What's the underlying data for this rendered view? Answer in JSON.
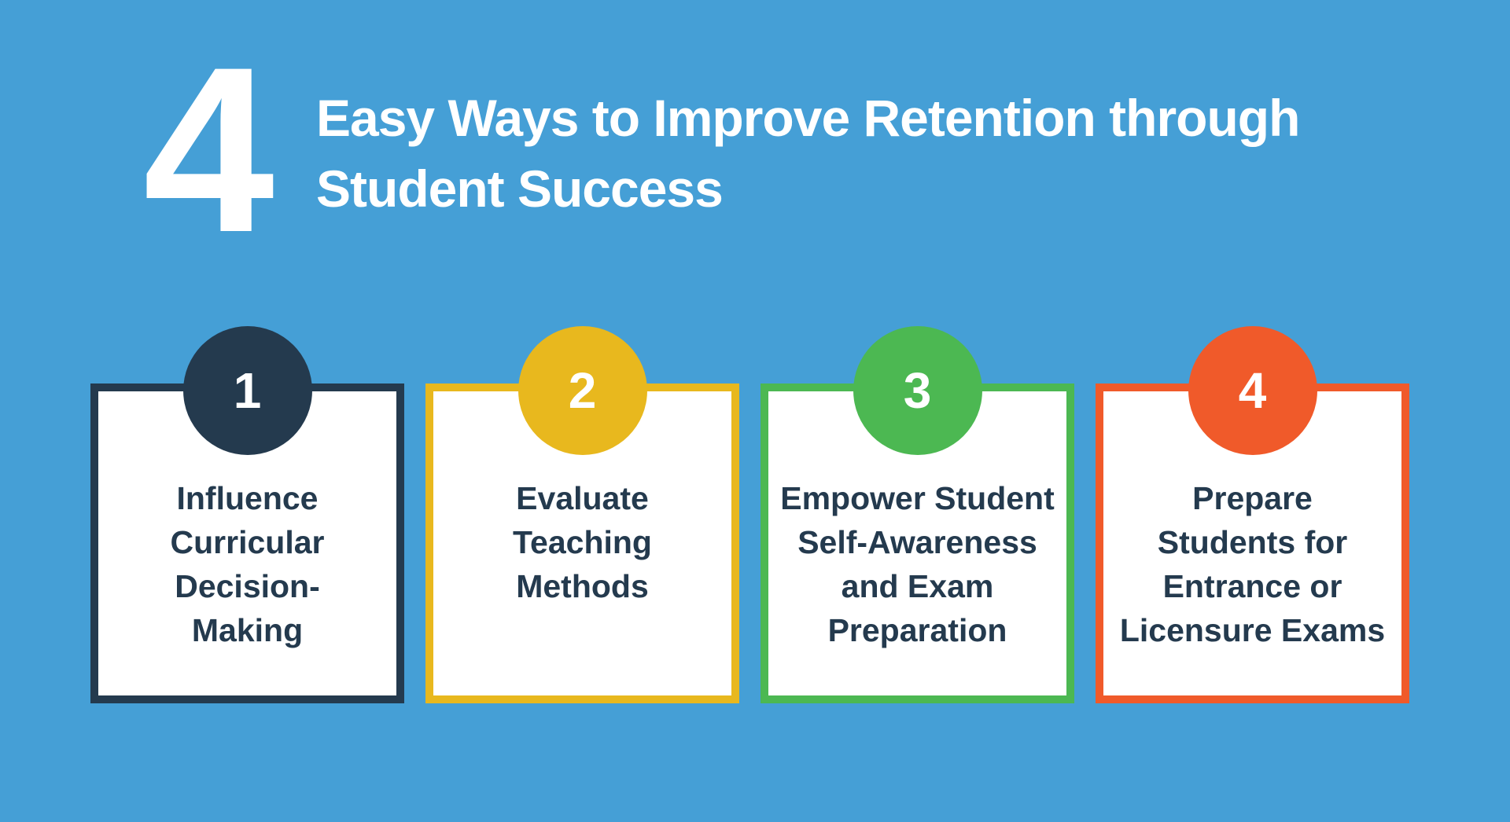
{
  "header": {
    "number": "4",
    "title_lines": [
      "Easy Ways to Improve Retention through",
      "Student Success"
    ]
  },
  "colors": {
    "background": "#459fd6",
    "text_dark": "#243a4e",
    "card_1": "#243a4e",
    "card_2": "#e8b81e",
    "card_3": "#4cb852",
    "card_4": "#f05a2a"
  },
  "cards": [
    {
      "number": "1",
      "lines": [
        "Influence",
        "Curricular",
        "Decision-",
        "Making"
      ]
    },
    {
      "number": "2",
      "lines": [
        "Evaluate",
        "Teaching",
        "Methods"
      ]
    },
    {
      "number": "3",
      "lines": [
        "Empower Student",
        "Self-Awareness",
        "and Exam",
        "Preparation"
      ]
    },
    {
      "number": "4",
      "lines": [
        "Prepare",
        "Students for",
        "Entrance or",
        "Licensure Exams"
      ]
    }
  ]
}
